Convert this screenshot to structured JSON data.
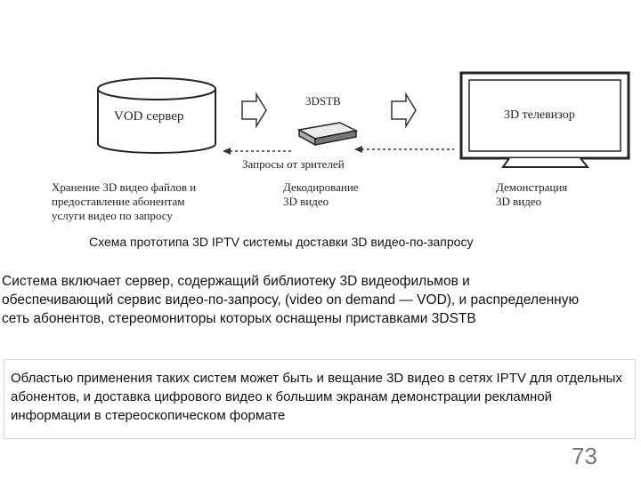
{
  "diagram": {
    "server_label": "VOD сервер",
    "stb_label": "3DSTB",
    "tv_label": "3D телевизор",
    "requests_label": "Запросы от зрителей",
    "server_desc": [
      "Хранение 3D видео файлов и",
      "предоставление абонентам",
      "услуги видео по запросу"
    ],
    "stb_desc": [
      "Декодирование",
      "3D видео"
    ],
    "tv_desc": [
      "Демонстрация",
      "3D видео"
    ]
  },
  "caption": "Схема прототипа 3D IPTV системы доставки 3D видео-по-запросу",
  "paragraph1": "Система включает сервер, содержащий библиотеку 3D видеофильмов и обеспечивающий сервис видео-по-запросу, (video on demand — VOD), и распределенную сеть абонентов, стереомониторы которых оснащены приставками 3DSTB",
  "paragraph2": "Областью применения таких систем может быть и вещание 3D видео в сетях IPTV для отдельных абонентов, и доставка цифрового видео к большим экранам демонстрации рекламной информации в стереоскопическом формате",
  "page_number": "73"
}
